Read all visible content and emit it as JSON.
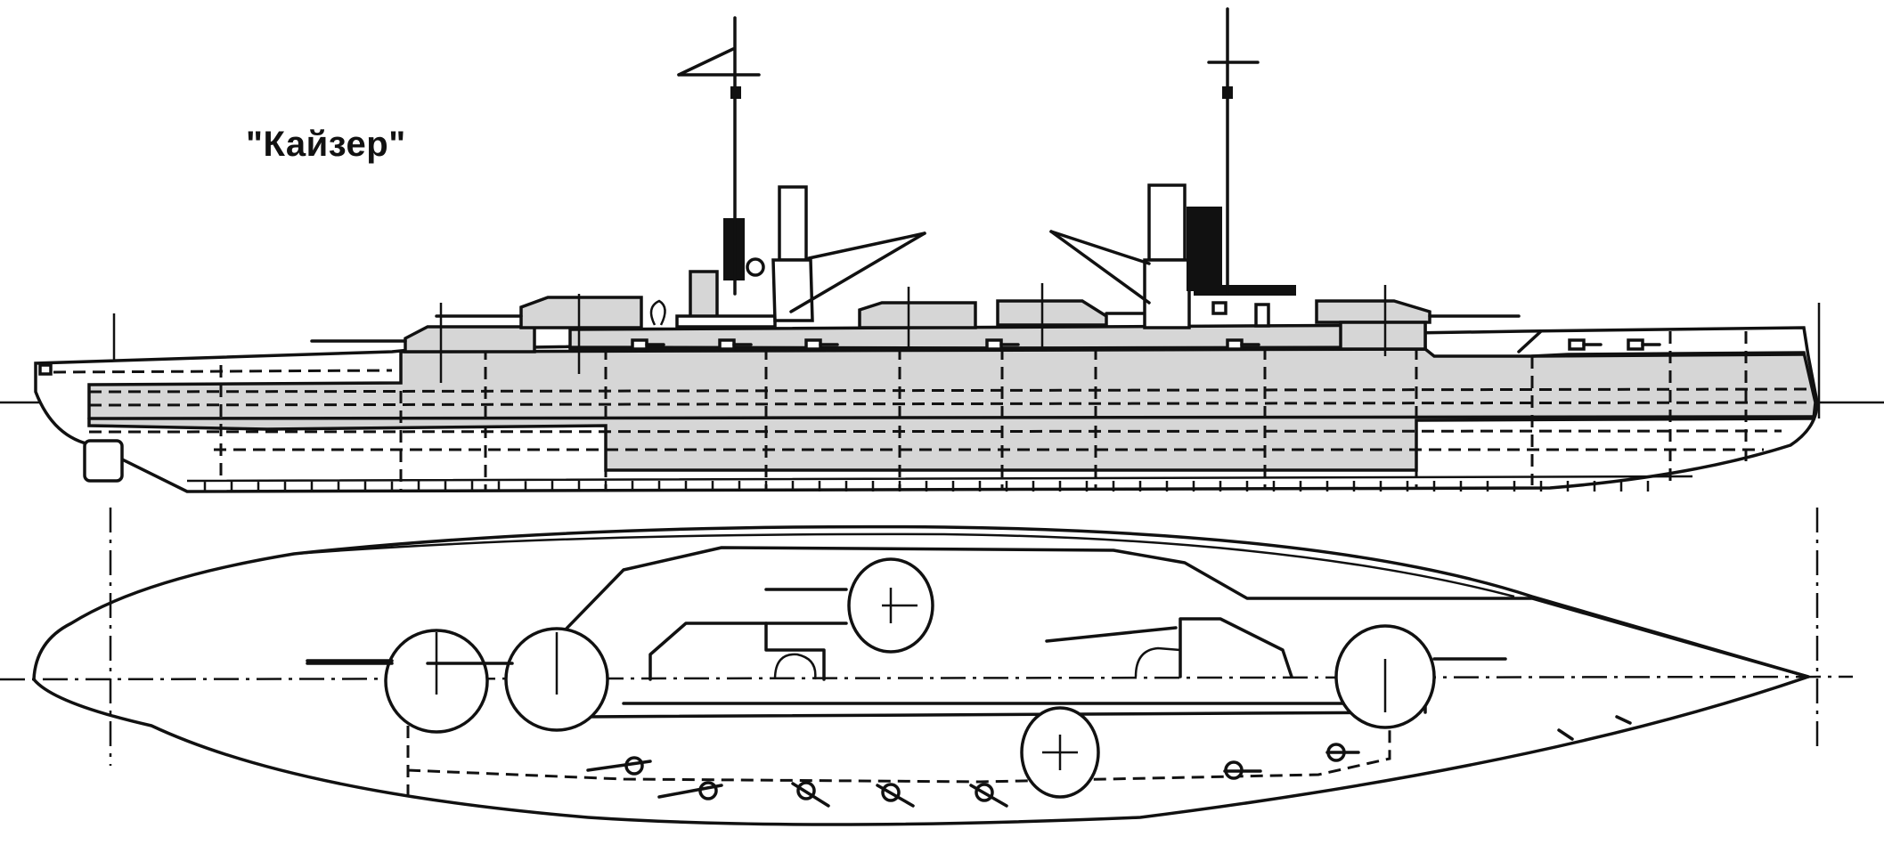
{
  "drawing": {
    "title": "\"Кайзер\"",
    "subject": "battleship-side-and-plan-view",
    "views": [
      "side-profile",
      "plan-view"
    ],
    "colors": {
      "ink": "#111111",
      "armor_shading": "#d6d6d6",
      "paper": "#ffffff"
    }
  }
}
